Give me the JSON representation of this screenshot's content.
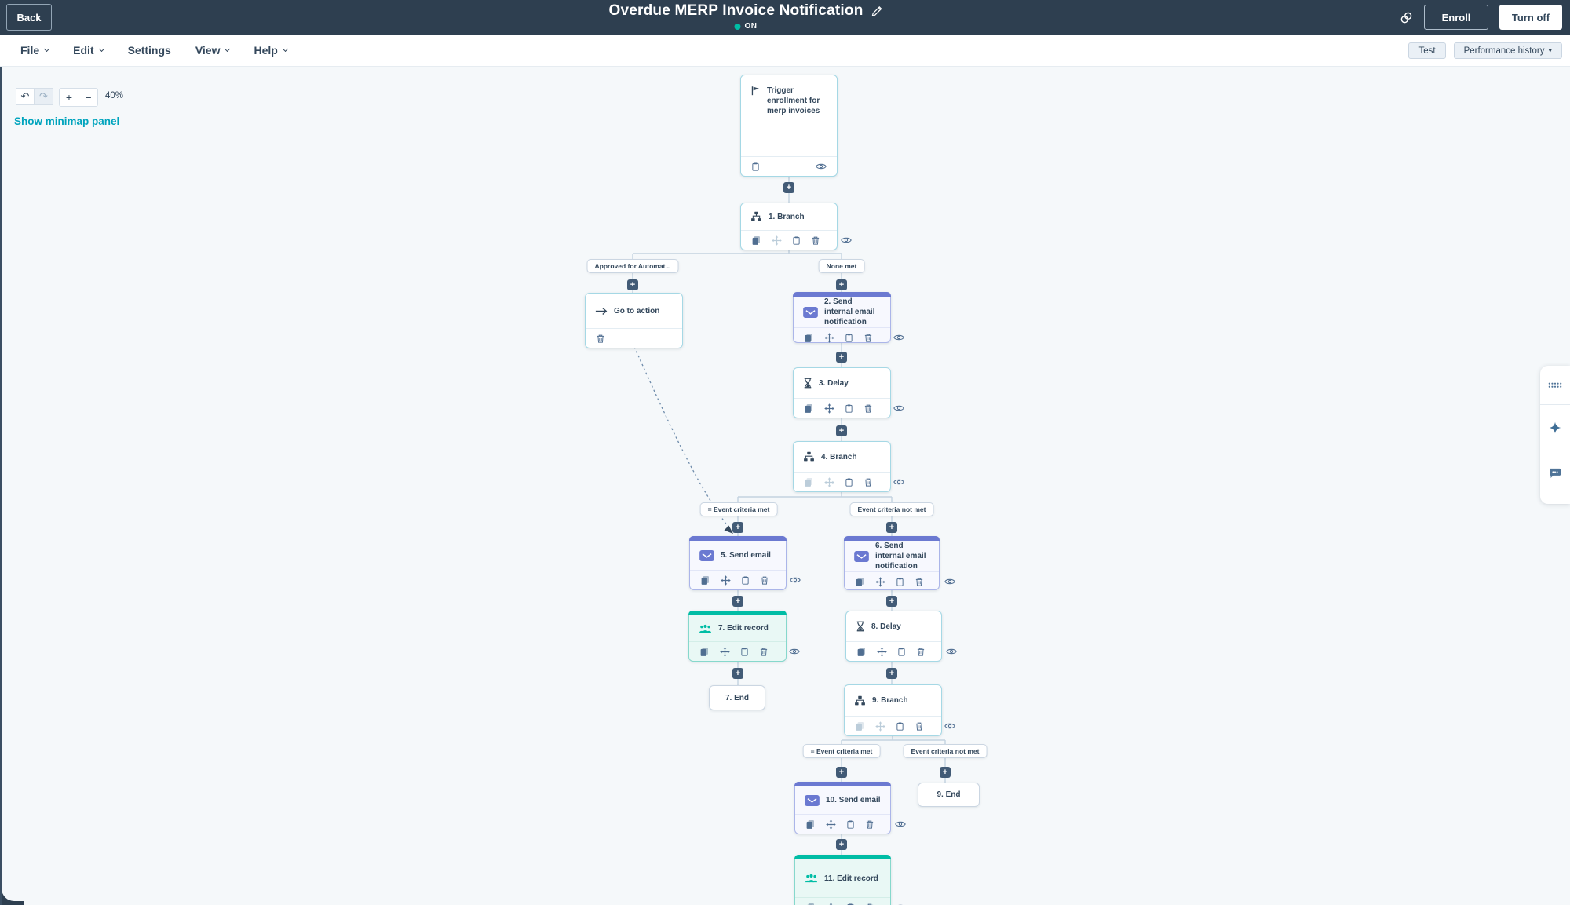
{
  "topbar": {
    "back": "Back",
    "title": "Overdue MERP Invoice Notification",
    "status": "ON",
    "enroll": "Enroll",
    "turn_off": "Turn off"
  },
  "menubar": {
    "items": [
      {
        "label": "File",
        "chevron": true
      },
      {
        "label": "Edit",
        "chevron": true
      },
      {
        "label": "Settings",
        "chevron": false
      },
      {
        "label": "View",
        "chevron": true
      },
      {
        "label": "Help",
        "chevron": true
      }
    ],
    "test": "Test",
    "performance_history": "Performance history"
  },
  "toolbar": {
    "zoom_level": "40%",
    "show_minimap": "Show minimap panel"
  },
  "icons": {
    "add": "+",
    "zoom_in": "+",
    "zoom_out": "−",
    "undo": "↶",
    "redo": "↷",
    "dropdown_arrow": "▾"
  },
  "colors": {
    "navy": "#2e3f50",
    "status_on": "#00bda5",
    "link_teal": "#00a4bd",
    "email_purple": "#6b79d1",
    "record_teal": "#00bda5"
  },
  "canvas": {
    "nodes": {
      "trigger": {
        "label": "Trigger enrollment for merp invoices"
      },
      "branch1": {
        "label": "1. Branch"
      },
      "goto": {
        "label": "Go to action"
      },
      "email2": {
        "label": "2. Send internal email notification"
      },
      "delay3": {
        "label": "3. Delay"
      },
      "branch4": {
        "label": "4. Branch"
      },
      "email5": {
        "label": "5. Send email"
      },
      "email6": {
        "label": "6. Send internal email notification"
      },
      "record7": {
        "label": "7. Edit record"
      },
      "delay8": {
        "label": "8. Delay"
      },
      "end7": {
        "label": "7. End"
      },
      "branch9": {
        "label": "9. Branch"
      },
      "email10": {
        "label": "10. Send email"
      },
      "end9": {
        "label": "9. End"
      },
      "record11": {
        "label": "11. Edit record"
      }
    },
    "branch_labels": {
      "approved": "Approved for Automat...",
      "none_met": "None met",
      "criteria_met": "= Event criteria met",
      "criteria_not_met": "Event criteria not met"
    }
  }
}
